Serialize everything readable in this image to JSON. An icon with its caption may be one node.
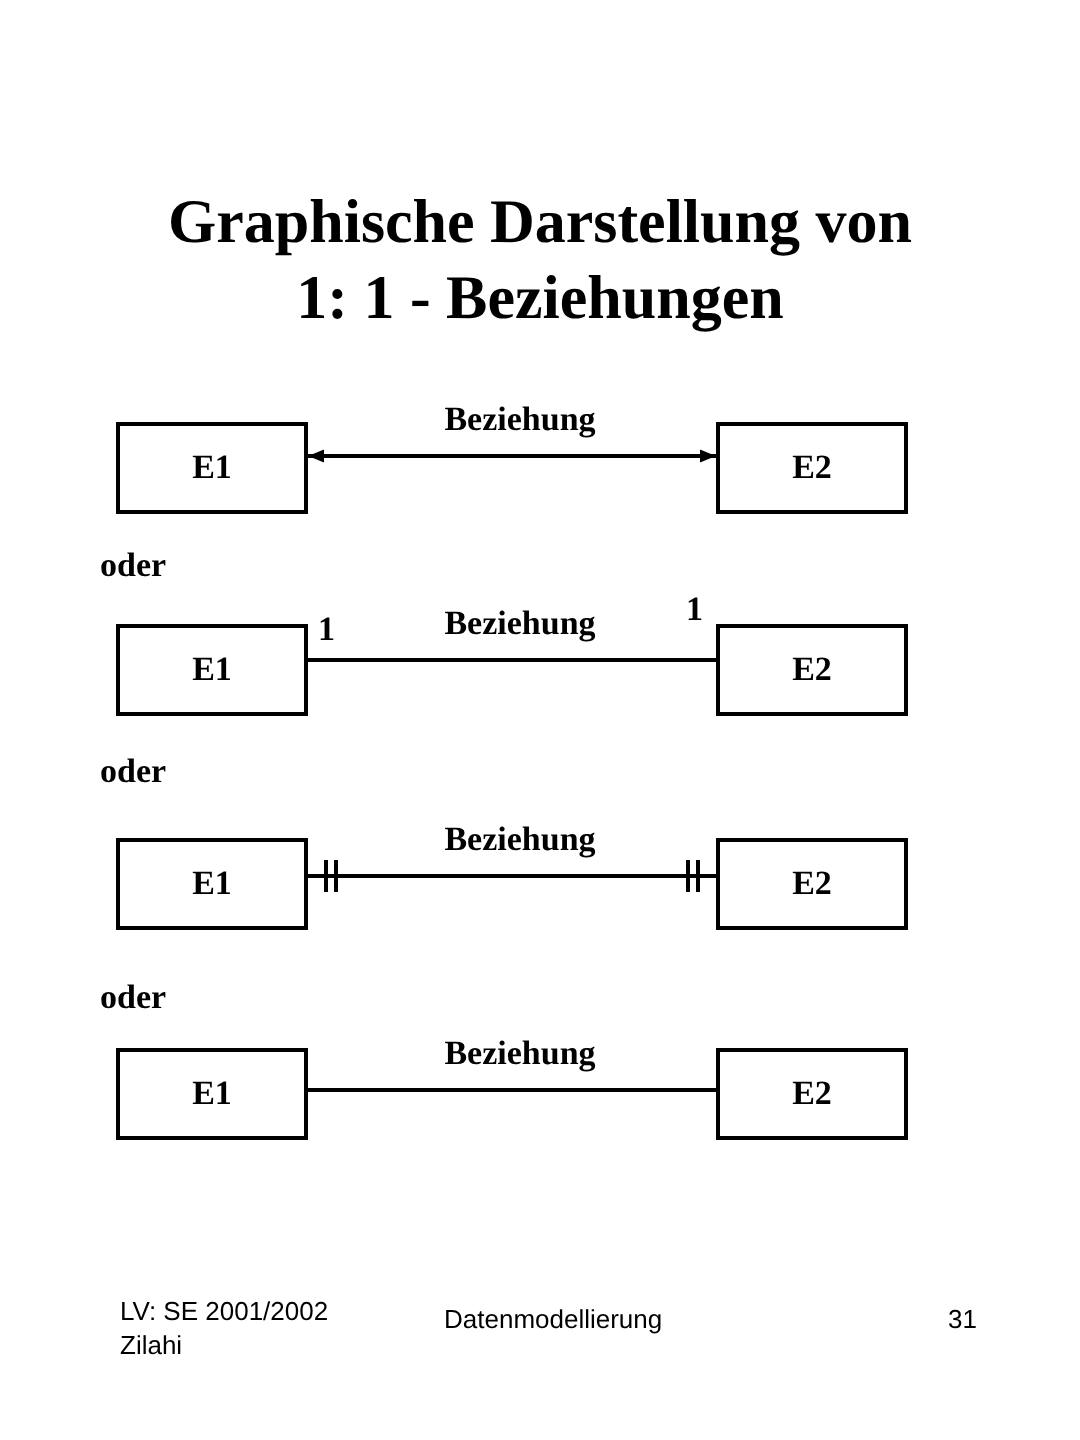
{
  "diagram": {
    "title": "Graphische Darstellung von 1: 1 - Beziehungen",
    "nodes": [
      {
        "text": [
          "E1"
        ]
      },
      {
        "text": [
          "E2"
        ]
      },
      {
        "text": [
          "E1"
        ]
      },
      {
        "text": [
          "E2"
        ]
      },
      {
        "text": [
          "E1"
        ]
      },
      {
        "text": [
          "E2"
        ]
      },
      {
        "text": [
          "E1"
        ]
      },
      {
        "text": [
          "E2"
        ]
      }
    ],
    "edges": [
      {
        "from": 0,
        "to": 1,
        "arrow": "both",
        "label": "Beziehung"
      },
      {
        "from": 2,
        "to": 3,
        "arrow": "none",
        "label": "Beziehung"
      },
      {
        "from": 4,
        "to": 5,
        "arrow": "other",
        "label": "Beziehung"
      },
      {
        "from": 6,
        "to": 7,
        "arrow": "none",
        "label": "Beziehung"
      }
    ],
    "labels": [
      "oder",
      "1",
      "1",
      "oder",
      "oder",
      "LV: SE 2001/2002 Zilahi",
      "Datenmodellierung",
      "31"
    ]
  }
}
